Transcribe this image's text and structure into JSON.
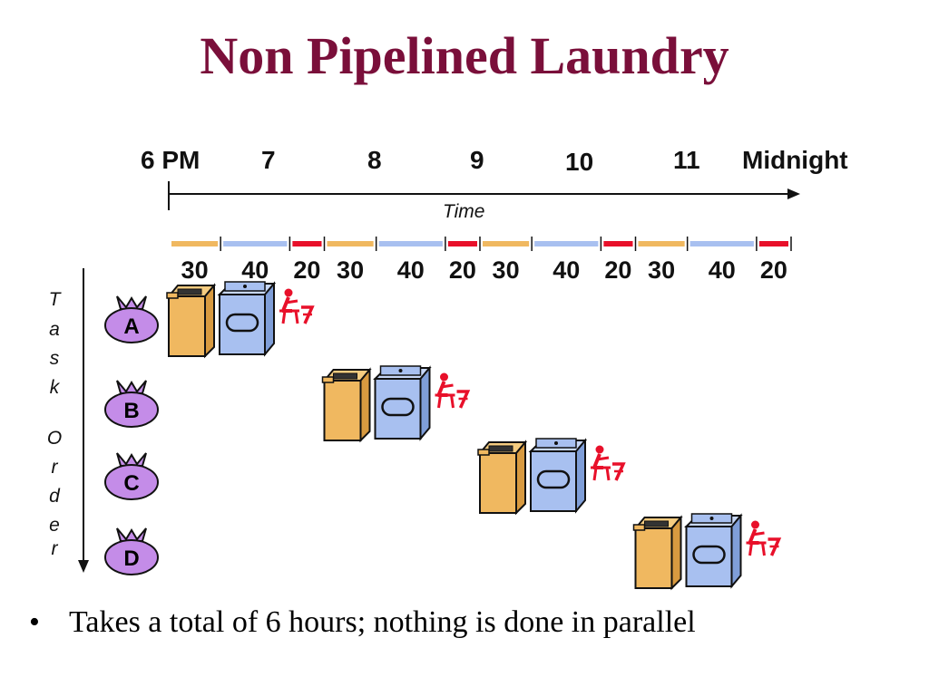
{
  "slide": {
    "title": "Non Pipelined Laundry",
    "bullet": "Takes a total of 6 hours; nothing is done in parallel"
  },
  "timeline": {
    "hour_labels": [
      "6 PM",
      "7",
      "8",
      "9",
      "10",
      "11",
      "Midnight"
    ],
    "axis_label": "Time",
    "vertical_axis_label": "Task Order",
    "durations": [
      30,
      40,
      20,
      30,
      40,
      20,
      30,
      40,
      20,
      30,
      40,
      20
    ],
    "segment_colors": {
      "wash": "#f0b860",
      "dry": "#a8c0f0",
      "fold": "#e8102a"
    }
  },
  "tasks": [
    {
      "id": "A",
      "load": "A"
    },
    {
      "id": "B",
      "load": "B"
    },
    {
      "id": "C",
      "load": "C"
    },
    {
      "id": "D",
      "load": "D"
    }
  ],
  "colors": {
    "title": "#7a0f3a",
    "bag": "#c48ce8",
    "washer": "#f0b860",
    "dryer": "#a8c0f0",
    "folder": "#e8102a"
  }
}
